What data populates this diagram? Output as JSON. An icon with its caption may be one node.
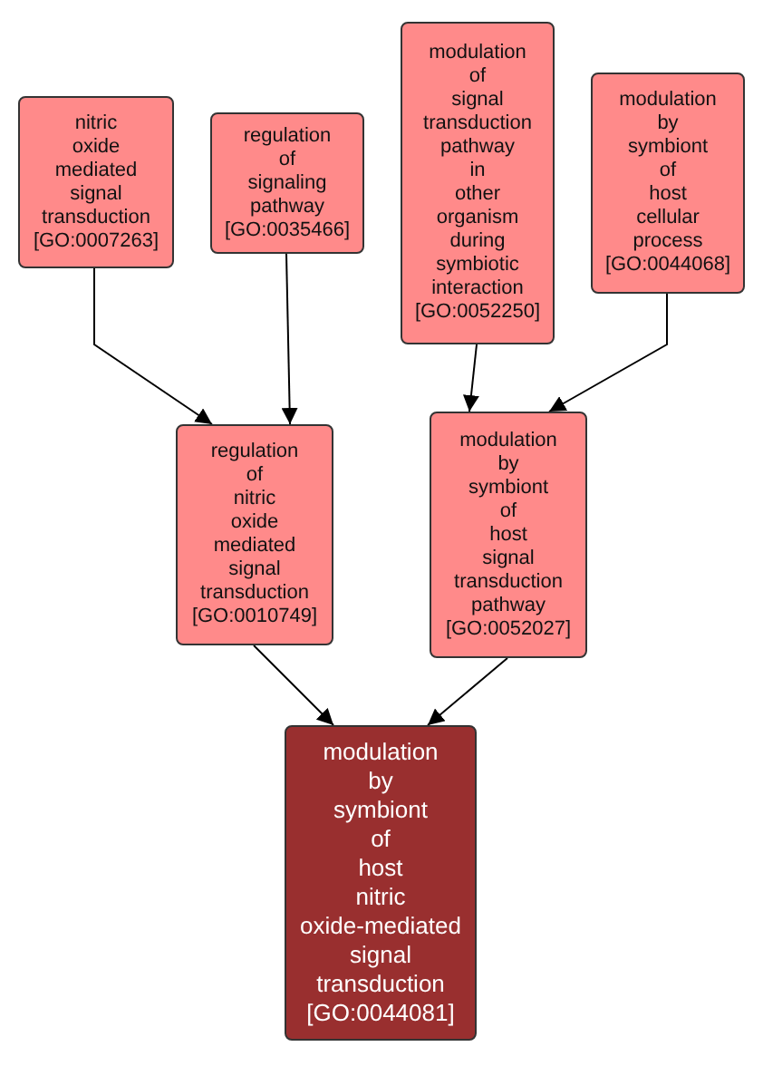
{
  "diagram": {
    "nodes": [
      {
        "text": [
          "nitric oxide mediated signal transduction",
          "[GO:0007263]"
        ]
      },
      {
        "text": [
          "regulation of signaling pathway",
          "[GO:0035466]"
        ]
      },
      {
        "text": [
          "modulation of signal transduction pathway in other organism during symbiotic interaction",
          "[GO:0052250]"
        ]
      },
      {
        "text": [
          "modulation by symbiont of host cellular process",
          "[GO:0044068]"
        ]
      },
      {
        "text": [
          "regulation of nitric oxide mediated signal transduction",
          "[GO:0010749]"
        ]
      },
      {
        "text": [
          "modulation by symbiont of host signal transduction pathway",
          "[GO:0052027]"
        ]
      },
      {
        "text": [
          "modulation by symbiont of host nitric oxide-mediated signal transduction",
          "[GO:0044081]"
        ]
      }
    ],
    "edges": [
      {
        "from": 0,
        "to": 4,
        "arrow": "to"
      },
      {
        "from": 1,
        "to": 4,
        "arrow": "to"
      },
      {
        "from": 2,
        "to": 5,
        "arrow": "to"
      },
      {
        "from": 3,
        "to": 5,
        "arrow": "to"
      },
      {
        "from": 4,
        "to": 6,
        "arrow": "to"
      },
      {
        "from": 5,
        "to": 6,
        "arrow": "to"
      }
    ]
  }
}
